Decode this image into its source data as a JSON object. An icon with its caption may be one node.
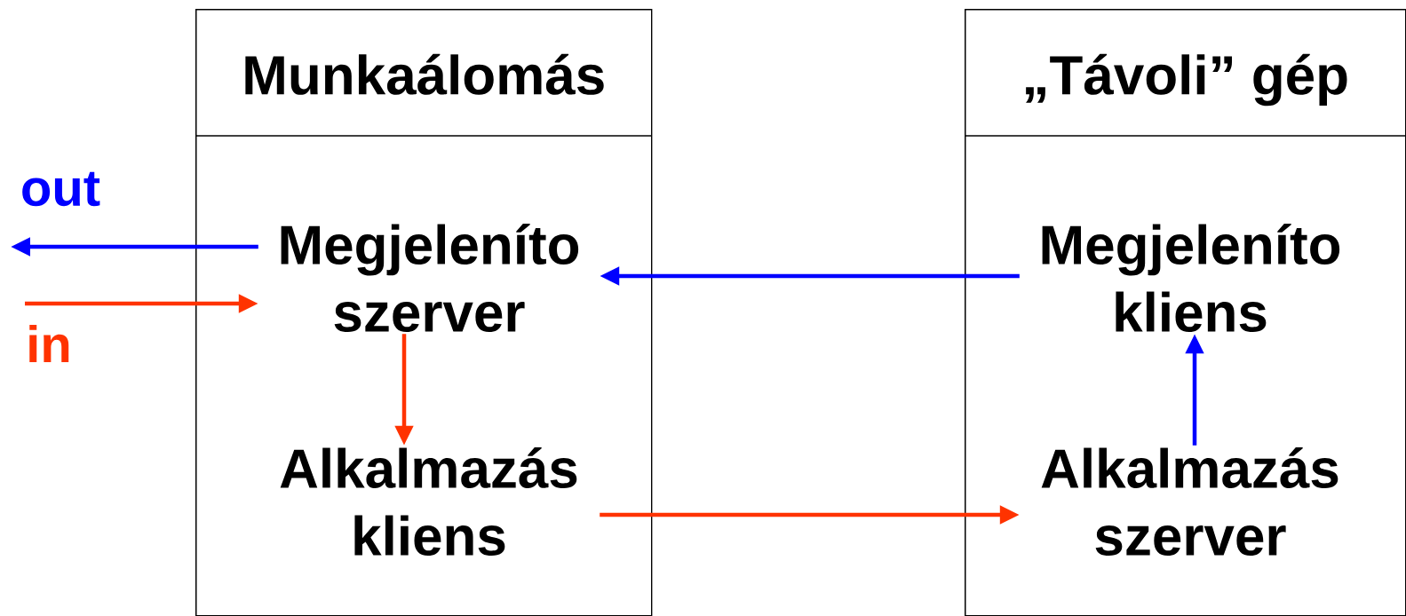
{
  "diagram": {
    "nodes": [
      {
        "text": [
          "Munkaálomás"
        ]
      },
      {
        "text": [
          "Megjeleníto szerver"
        ],
        "in": 0
      },
      {
        "text": [
          "Alkalmazás kliens"
        ],
        "in": 0
      },
      {
        "text": [
          "„Távoli” gép"
        ]
      },
      {
        "text": [
          "Megjeleníto kliens"
        ],
        "in": 3
      },
      {
        "text": [
          "Alkalmazás szerver"
        ],
        "in": 3
      }
    ],
    "edges": [
      {
        "from": 1,
        "to": null,
        "arrow": "to",
        "label": "out",
        "color": "#0000ff"
      },
      {
        "from": null,
        "to": 1,
        "arrow": "to",
        "label": "in",
        "color": "#ff3300"
      },
      {
        "from": 1,
        "to": 2,
        "arrow": "to",
        "color": "#ff3300"
      },
      {
        "from": 4,
        "to": 1,
        "arrow": "to",
        "color": "#0000ff"
      },
      {
        "from": 2,
        "to": 5,
        "arrow": "to",
        "color": "#ff3300"
      },
      {
        "from": 5,
        "to": 4,
        "arrow": "to",
        "color": "#0000ff"
      }
    ]
  }
}
